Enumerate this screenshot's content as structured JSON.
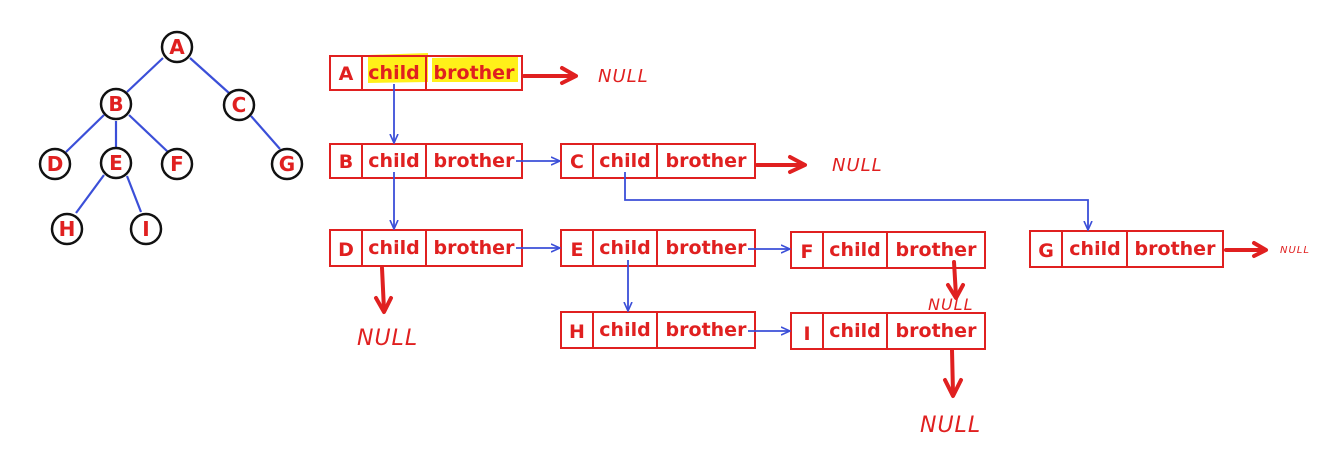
{
  "tree": {
    "nodes": [
      {
        "id": "A",
        "label": "A"
      },
      {
        "id": "B",
        "label": "B"
      },
      {
        "id": "C",
        "label": "C"
      },
      {
        "id": "D",
        "label": "D"
      },
      {
        "id": "E",
        "label": "E"
      },
      {
        "id": "F",
        "label": "F"
      },
      {
        "id": "G",
        "label": "G"
      },
      {
        "id": "H",
        "label": "H"
      },
      {
        "id": "I",
        "label": "I"
      }
    ],
    "edges": [
      [
        "A",
        "B"
      ],
      [
        "A",
        "C"
      ],
      [
        "B",
        "D"
      ],
      [
        "B",
        "E"
      ],
      [
        "B",
        "F"
      ],
      [
        "C",
        "G"
      ],
      [
        "E",
        "H"
      ],
      [
        "E",
        "I"
      ]
    ]
  },
  "structs": [
    {
      "id": "A",
      "label": "A",
      "child": "child",
      "brother": "brother"
    },
    {
      "id": "B",
      "label": "B",
      "child": "child",
      "brother": "brother"
    },
    {
      "id": "C",
      "label": "C",
      "child": "child",
      "brother": "brother"
    },
    {
      "id": "D",
      "label": "D",
      "child": "child",
      "brother": "brother"
    },
    {
      "id": "E",
      "label": "E",
      "child": "child",
      "brother": "brother"
    },
    {
      "id": "F",
      "label": "F",
      "child": "child",
      "brother": "brother"
    },
    {
      "id": "G",
      "label": "G",
      "child": "child",
      "brother": "brother"
    },
    {
      "id": "H",
      "label": "H",
      "child": "child",
      "brother": "brother"
    },
    {
      "id": "I",
      "label": "I",
      "child": "child",
      "brother": "brother"
    }
  ],
  "null_label": "NULL",
  "colors": {
    "box": "#e02020",
    "tree_edge": "#3b4fd8",
    "link": "#3b4fd8",
    "highlight": "#ffee00",
    "text": "#e02020"
  }
}
